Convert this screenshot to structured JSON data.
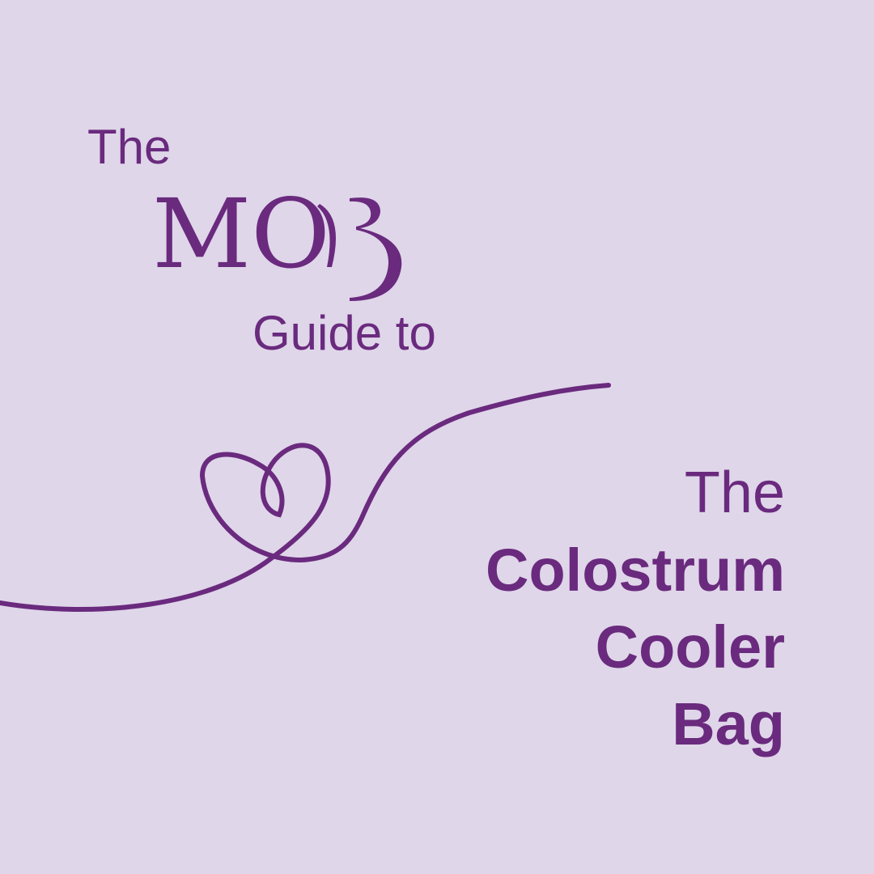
{
  "intro": {
    "the": "The",
    "guide_to": "Guide to"
  },
  "logo": {
    "text": "MOB"
  },
  "title": {
    "the": "The",
    "line1": "Colostrum",
    "line2": "Cooler",
    "line3": "Bag"
  },
  "colors": {
    "background": "#DFD6E9",
    "accent": "#6A2A7E"
  }
}
